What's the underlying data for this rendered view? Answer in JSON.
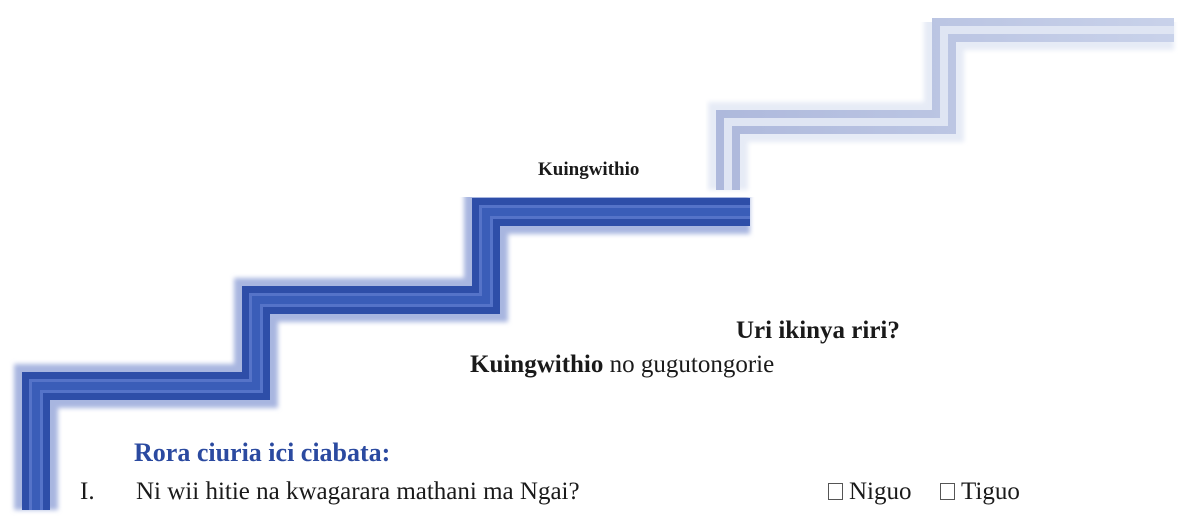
{
  "step_label": "Kuingwithio",
  "question": "Uri ikinya riri?",
  "guide": {
    "bold": "Kuingwithio",
    "rest": " no gugutongorie"
  },
  "heading": "Rora ciuria ici ciabata:",
  "items": [
    {
      "number": "I.",
      "text": "Ni wii hitie na kwagarara mathani ma Ngai?",
      "options": [
        "Niguo",
        "Tiguo"
      ]
    }
  ],
  "colors": {
    "stair_dark": "#3a5db8",
    "stair_light": "#c9d2ea",
    "heading": "#2b4aa0"
  }
}
